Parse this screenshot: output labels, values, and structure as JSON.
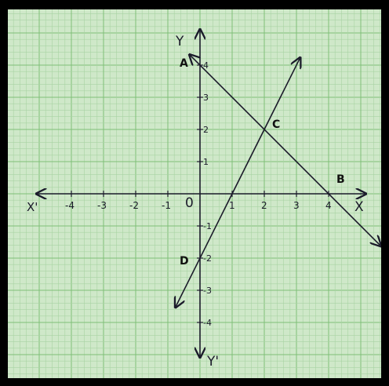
{
  "axes": {
    "x_label": "X",
    "x_neg_label": "X'",
    "y_label": "Y",
    "y_neg_label": "Y'",
    "origin_label": "0",
    "x_ticks": [
      {
        "value": -4,
        "label": "-4"
      },
      {
        "value": -3,
        "label": "-3"
      },
      {
        "value": -2,
        "label": "-2"
      },
      {
        "value": -1,
        "label": "-1"
      },
      {
        "value": 1,
        "label": "1"
      },
      {
        "value": 2,
        "label": "2"
      },
      {
        "value": 3,
        "label": "3"
      },
      {
        "value": 4,
        "label": "4"
      }
    ],
    "y_ticks": [
      {
        "value": 4,
        "label": "4"
      },
      {
        "value": 3,
        "label": "3"
      },
      {
        "value": 2,
        "label": "2"
      },
      {
        "value": 1,
        "label": "1"
      },
      {
        "value": -1,
        "label": "-1"
      },
      {
        "value": -2,
        "label": "-2"
      },
      {
        "value": -3,
        "label": "-3"
      },
      {
        "value": -4,
        "label": "-4"
      }
    ]
  },
  "lines": [
    {
      "name": "line-ab",
      "from": [
        -0.3,
        4.3
      ],
      "to": [
        5.6,
        -1.6
      ]
    },
    {
      "name": "line-dc",
      "from": [
        -0.75,
        -3.5
      ],
      "to": [
        3.1,
        4.2
      ]
    }
  ],
  "points": [
    {
      "label": "A",
      "x": 0,
      "y": 4
    },
    {
      "label": "B",
      "x": 4,
      "y": 0
    },
    {
      "label": "C",
      "x": 2,
      "y": 2
    },
    {
      "label": "D",
      "x": 0,
      "y": -2
    }
  ],
  "colors": {
    "paper": "#cfe8c9",
    "grid_fine": "#a9d3a3",
    "grid_major": "#7fbf78",
    "ink": "#1a1a2a",
    "frame": "#000000"
  }
}
